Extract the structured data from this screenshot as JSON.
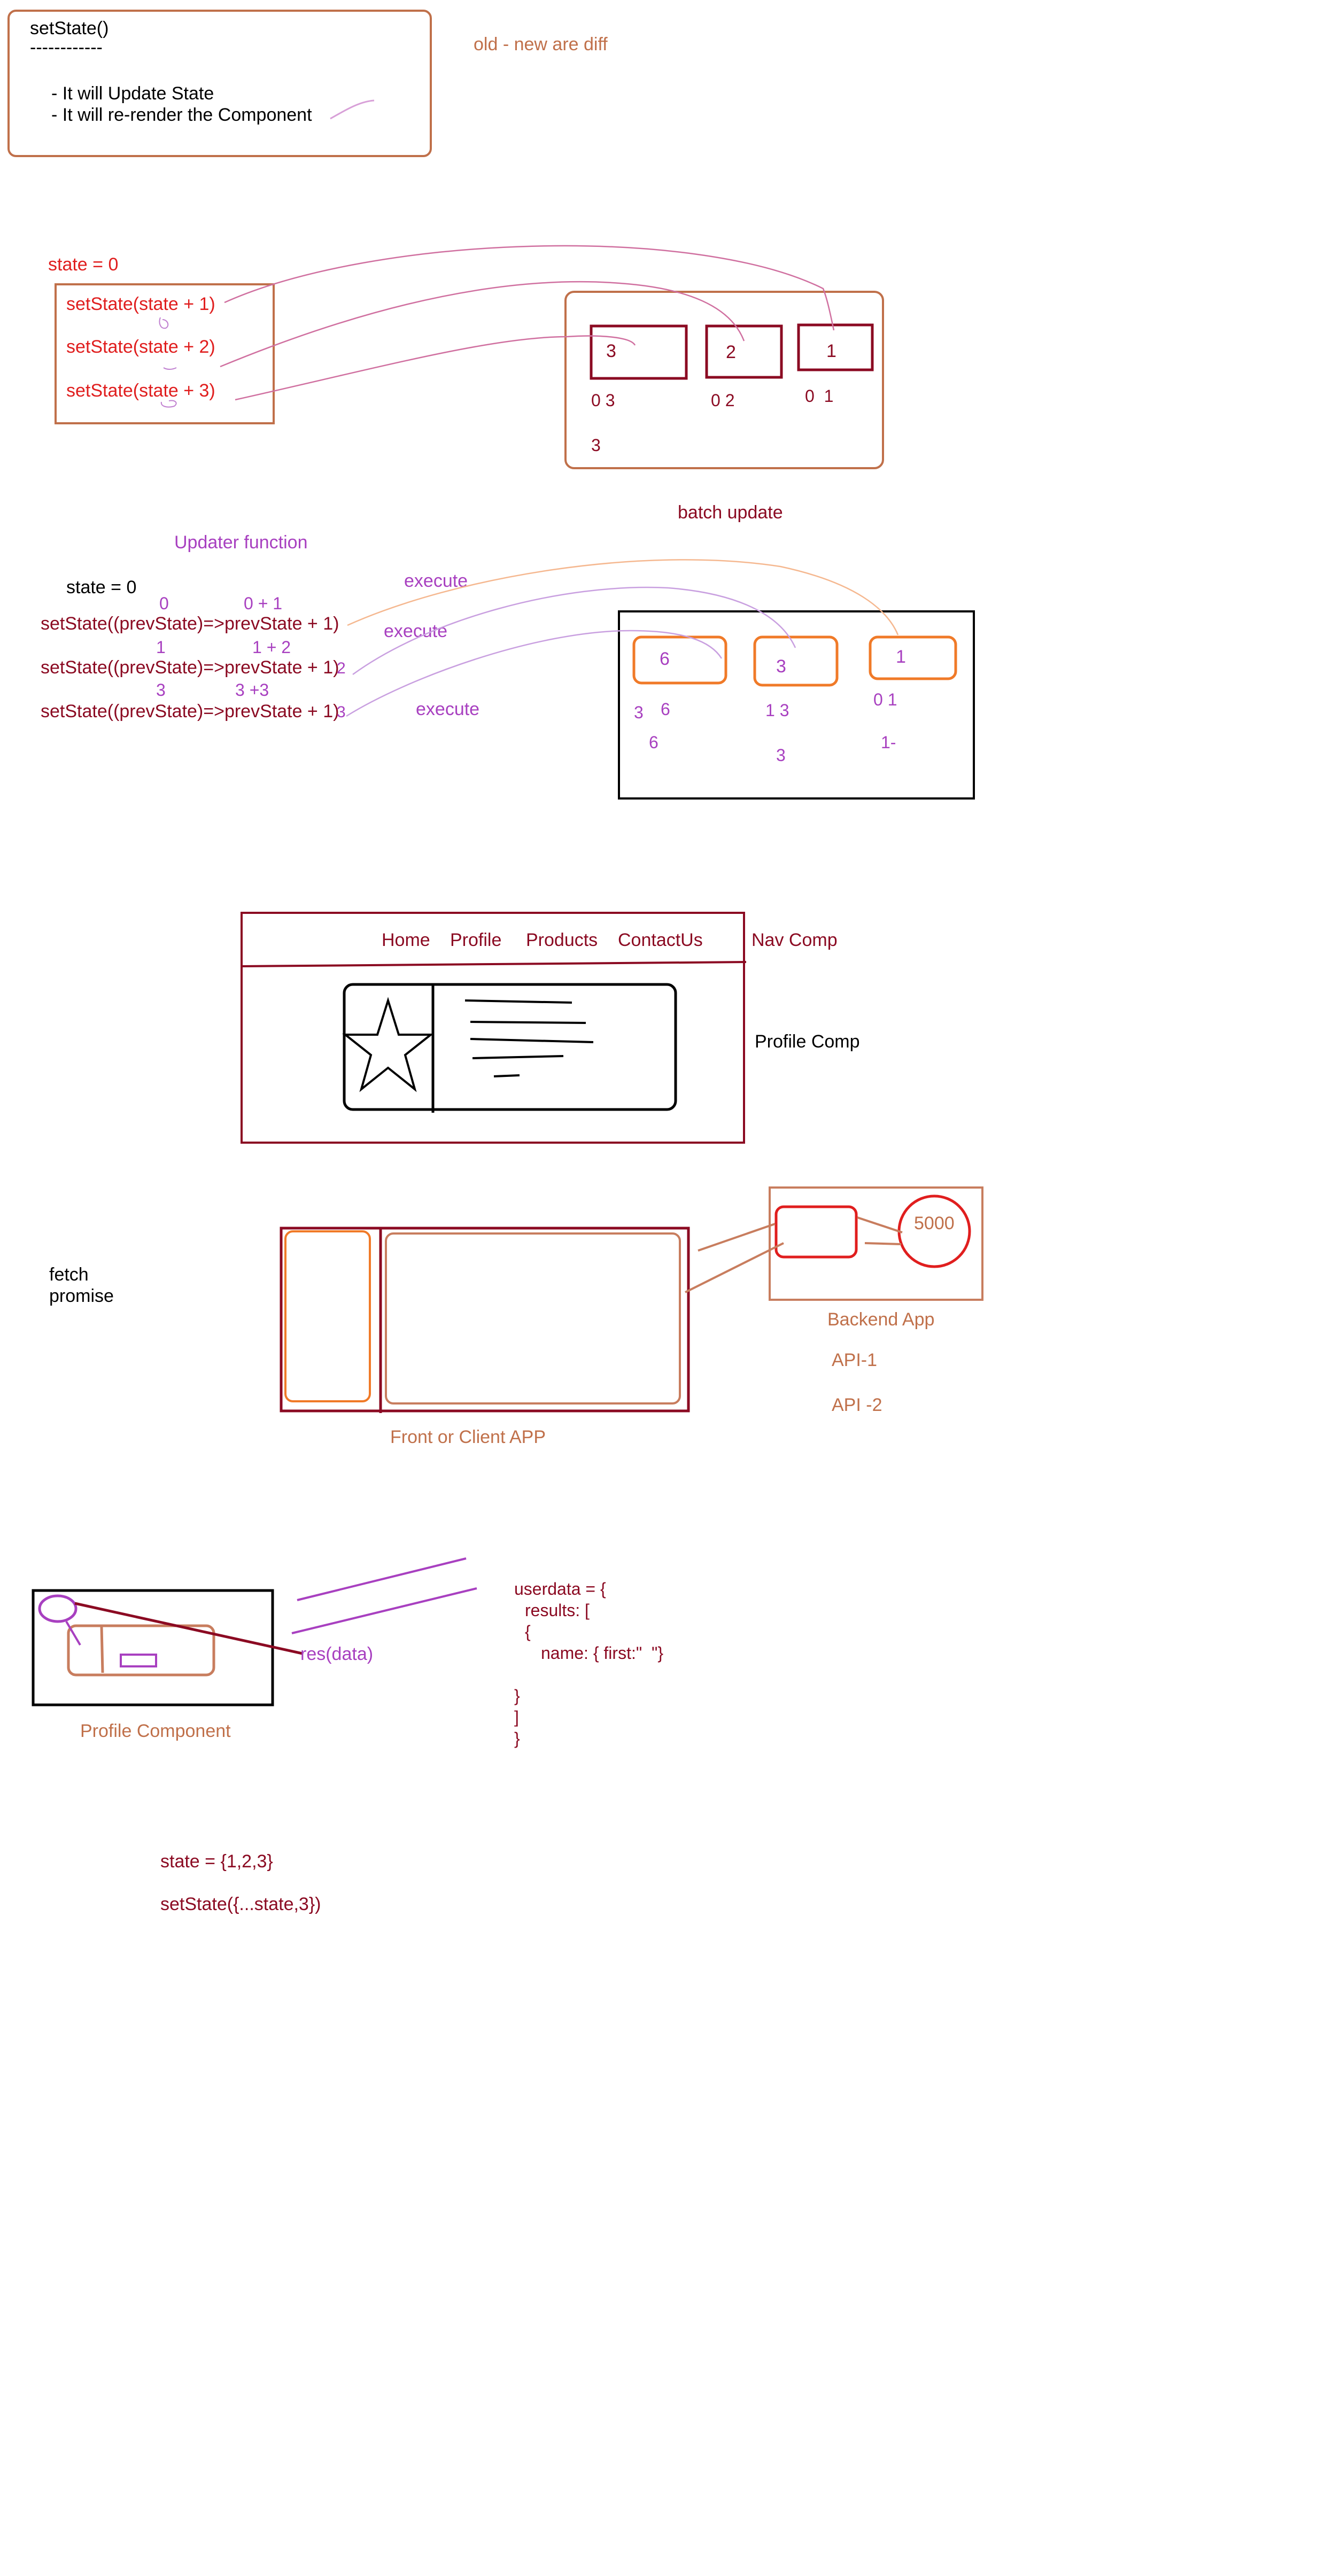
{
  "colors": {
    "black": "#000000",
    "red": "#e01e1e",
    "brown": "#c0704a",
    "maroon": "#8b0a22",
    "purple": "#a840c0",
    "orange": "#f07a28",
    "tan": "#c87d5e",
    "lilac": "#c9a0e0",
    "peach": "#f5b890"
  },
  "set_state_note": {
    "title": "setState()",
    "divider": "------------",
    "line1": "- It will Update State",
    "line2": "- It will re-render the Component"
  },
  "diff_note": "old - new are diff",
  "batch_section": {
    "state_init": "state = 0",
    "calls": [
      "setState(state + 1)",
      "setState(state + 2)",
      "setState(state + 3)"
    ],
    "boxes": [
      "3",
      "2",
      "1"
    ],
    "box_notes": [
      "0 3",
      "0 2",
      "0  1"
    ],
    "extra_note": "3",
    "caption": "batch update"
  },
  "updater_section": {
    "heading": "Updater function",
    "state_init": "state = 0",
    "calls": [
      "setState((prevState)=>prevState + 1)",
      "setState((prevState)=>prevState + 1)",
      "setState((prevState)=>prevState + 1)"
    ],
    "annotations": [
      "0",
      "0 + 1",
      "1",
      "1 + 2",
      "3",
      "3 +3"
    ],
    "overwrites": [
      "2",
      "3"
    ],
    "execute_labels": [
      "execute",
      "execute",
      "execute"
    ],
    "boxes": [
      "6",
      "3",
      "1"
    ],
    "box_notes": [
      "3",
      "6",
      "6",
      "1 3",
      "3",
      "0 1",
      "1-"
    ]
  },
  "nav_section": {
    "nav_items": [
      "Home",
      "Profile",
      "Products",
      "ContactUs"
    ],
    "nav_label": "Nav Comp",
    "profile_label": "Profile Comp"
  },
  "fetch_section": {
    "notes": [
      "fetch",
      "promise"
    ],
    "server_port": "5000",
    "backend_label": "Backend App",
    "apis": [
      "API-1",
      "API -2"
    ],
    "frontend_label": "Front or Client APP"
  },
  "profile_section": {
    "res_label": "res(data)",
    "component_label": "Profile Component",
    "code_lines": [
      "userdata = {",
      "results: [",
      "{",
      "name: { first:\"  \"}",
      "}",
      "]",
      "}"
    ]
  },
  "spread_section": {
    "line1": "state = {1,2,3}",
    "line2": "setState({...state,3})"
  }
}
